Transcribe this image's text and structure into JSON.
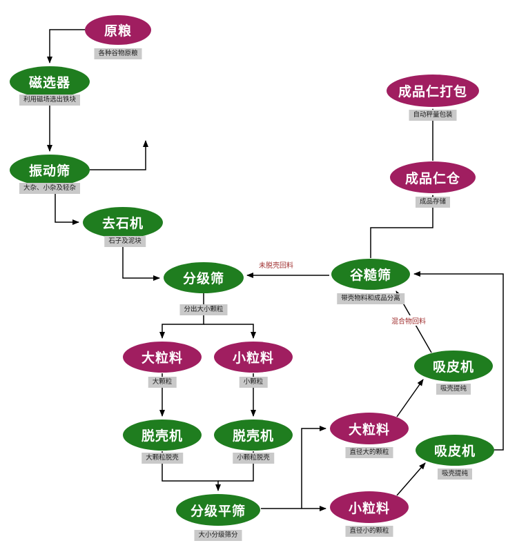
{
  "diagram": {
    "nodes": {
      "raw_grain": {
        "label": "原粮",
        "note": "各种谷物原粮"
      },
      "magnetic_separator": {
        "label": "磁选器",
        "note": "利用磁场选出铁块"
      },
      "vibrating_screen": {
        "label": "振动筛",
        "note": "大杂、小杂及轻杂"
      },
      "destoner": {
        "label": "去石机",
        "note": "石子及泥块"
      },
      "grading_screen": {
        "label": "分级筛",
        "note": "分出大小颗粒"
      },
      "large_particles_left": {
        "label": "大粒料",
        "note": "大颗粒"
      },
      "small_particles_left": {
        "label": "小粒料",
        "note": "小颗粒"
      },
      "huller_left": {
        "label": "脱壳机",
        "note": "大颗粒脱壳"
      },
      "huller_right": {
        "label": "脱壳机",
        "note": "小颗粒脱壳"
      },
      "grading_flat_screen": {
        "label": "分级平筛",
        "note": "大小分级筛分"
      },
      "large_particles_right": {
        "label": "大粒料",
        "note": "直径大的颗粒"
      },
      "small_particles_right": {
        "label": "小粒料",
        "note": "直径小的颗粒"
      },
      "skin_suction_top": {
        "label": "吸皮机",
        "note": "吸壳提纯"
      },
      "skin_suction_bottom": {
        "label": "吸皮机",
        "note": "吸壳提纯"
      },
      "paddy_separator": {
        "label": "谷糙筛",
        "note": "带壳物料和成品分离"
      },
      "finished_kernel_bin": {
        "label": "成品仁仓",
        "note": "成品存储"
      },
      "finished_kernel_packing": {
        "label": "成品仁打包",
        "note": "自动秤量包装"
      }
    },
    "edge_labels": {
      "unhulled_return": "未脱壳回料",
      "mixture_return": "混合物回料"
    },
    "colors": {
      "node_green": "#1f7d1f",
      "node_magenta": "#a01e60",
      "note_bg": "#c9c9c9",
      "note_text": "#1a1a1a",
      "line": "#000000",
      "edge_label_text": "#a03030",
      "canvas_bg": "#ffffff"
    }
  }
}
